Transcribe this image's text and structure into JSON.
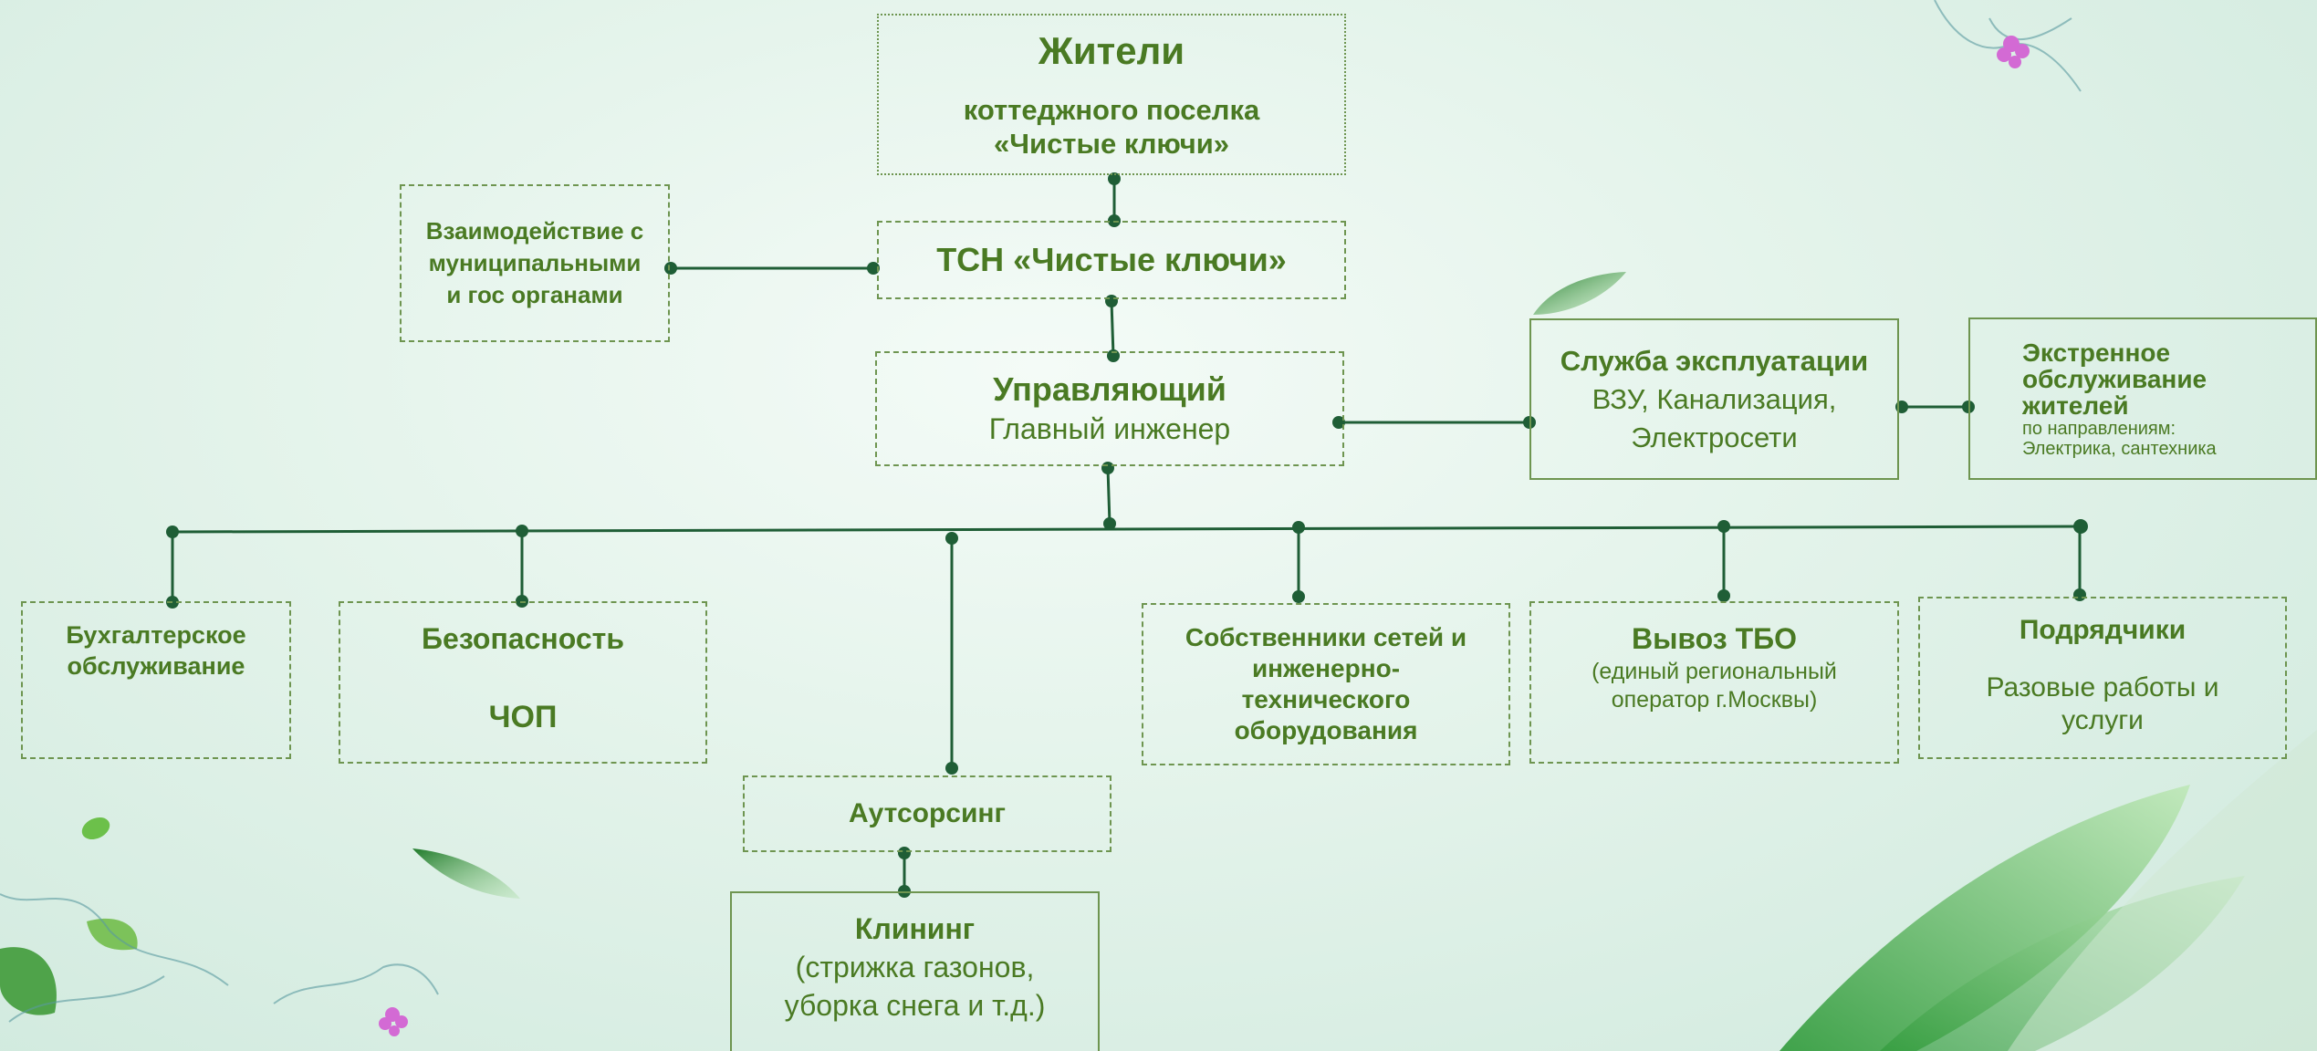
{
  "colors": {
    "text": "#4a7a23",
    "line": "#1f5e36",
    "border": "#6e9550"
  },
  "nodes": {
    "residents": {
      "title": "Жители",
      "line1": "коттеджного поселка",
      "line2": "«Чистые ключи»"
    },
    "tsn": {
      "title": "ТСН «Чистые ключи»"
    },
    "interaction": {
      "line1": "Взаимодействие с",
      "line2": "муниципальными",
      "line3": "и гос органами"
    },
    "manager": {
      "title": "Управляющий",
      "subtitle": "Главный инженер"
    },
    "operations": {
      "title": "Служба эксплуатации",
      "line1": "ВЗУ, Канализация,",
      "line2": "Электросети"
    },
    "emergency": {
      "line1": "Экстренное",
      "line2": "обслуживание",
      "line3": "жителей",
      "line4": "по направлениям:",
      "line5": "Электрика, сантехника"
    },
    "accounting": {
      "line1": "Бухгалтерское",
      "line2": "обслуживание"
    },
    "security": {
      "title": "Безопасность",
      "subtitle": "ЧОП"
    },
    "outsourcing": {
      "title": "Аутсорсинг"
    },
    "cleaning": {
      "title": "Клининг",
      "line1": "(стрижка газонов,",
      "line2": "уборка снега и т.д.)"
    },
    "owners": {
      "line1": "Собственники сетей и",
      "line2": "инженерно-",
      "line3": "технического",
      "line4": "оборудования"
    },
    "waste": {
      "title": "Вывоз ТБО",
      "line1": "(единый региональный",
      "line2": "оператор г.Москвы)"
    },
    "contractors": {
      "title": "Подрядчики",
      "line1": "Разовые работы и",
      "line2": "услуги"
    }
  }
}
